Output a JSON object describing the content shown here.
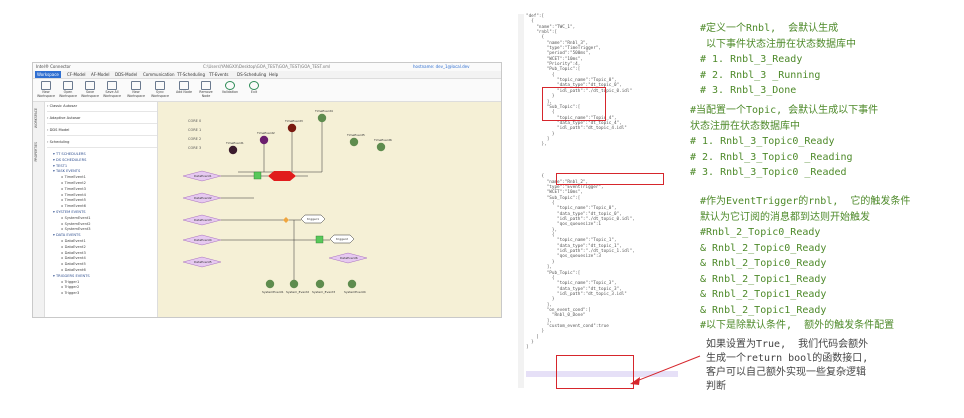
{
  "app": {
    "title": "Intel® Connector",
    "path": "C:\\Users\\YANGXX\\Desktop\\GOA_TEST\\GOA_TEST\\GOA_TEST.xml",
    "user": "hostname: dev_1@local.dev",
    "menu": [
      "Workspace",
      "CF-Model",
      "AF-Model",
      "DDS-Model",
      "Communication",
      "TT-Scheduling",
      "TT-Events",
      "DS-Scheduling",
      "Help"
    ],
    "ribbon": [
      "New Workspace",
      "Open Workspace",
      "Save Workspace",
      "Save All Workspace",
      "New Workspace",
      "Sync Workspace",
      "Add Node",
      "Remove Node",
      "Validation",
      "Exit"
    ],
    "vtabs": [
      "WORKSPACE",
      "PROPERTIES"
    ],
    "tree_sections": [
      "Classic Autosar",
      "Adaptive Autosar",
      "DDS Model",
      "Scheduling"
    ],
    "tree_items": [
      "TT SCHEDULERS",
      "DS SCHEDULERS",
      "TEST1",
      "TASK EVENTS",
      "TimeEvent1",
      "TimeEvent2",
      "TimeEvent3",
      "TimeEvent4",
      "TimeEvent5",
      "TimeEvent6",
      "SYSTEM EVENTS",
      "SystemEvent1",
      "SystemEvent2",
      "SystemEvent3",
      "DATA EVENTS",
      "DataEvent1",
      "DataEvent2",
      "DataEvent3",
      "DataEvent4",
      "DataEvent5",
      "DataEvent6",
      "TRIGGERS EVENTS",
      "Trigger1",
      "Trigger2",
      "Trigger3"
    ],
    "cores": [
      "CORE 0",
      "CORE 1",
      "CORE 2",
      "CORE 3"
    ],
    "canvas_top_nodes": [
      "TimeEvent1",
      "TimeEvent2",
      "TimeEvent3",
      "TimeEvent4",
      "TimeEvent5",
      "TimeEvent6"
    ],
    "canvas_left_nodes": [
      "DataEvent1",
      "DataEvent2",
      "DataEvent3",
      "DataEvent4",
      "DataEvent5"
    ],
    "canvas_triggers": [
      "trigger1",
      "trigger2"
    ],
    "canvas_bottom_nodes": [
      "SystemEvent1",
      "System_Event2",
      "System_Event3",
      "SystemEvent4"
    ],
    "canvas_misc": [
      "DataEvent6"
    ]
  },
  "code": {
    "lines": [
      "\"def\":[",
      "  {",
      "    \"name\":\"TWC_1\",",
      "    \"rnbl\":[",
      "      {",
      "        \"name\":\"Rnbl_3\",",
      "        \"type\":\"TimeTrigger\",",
      "        \"period\":\"500ms\",",
      "        \"WCET\":\"10ms\",",
      "        \"Priority\":4,",
      "        \"Pub_Topic\":[",
      "          {",
      "            \"topic_name\":\"Topic_0\",",
      "            \"data_type\":\"dt_topic_0\",",
      "            \"idl_path\":\"./dt_topic_0.idl\"",
      "          }",
      "        ],",
      "        \"Sub_Topic\":[",
      "          {",
      "            \"topic_name\":\"Topic_4\",",
      "            \"data_type\":\"dt_topic_4\",",
      "            \"idl_path\":\"dt_topic_4.idl\"",
      "          }",
      "        ]",
      "      },",
      "",
      "",
      "",
      "",
      "",
      "      {",
      "        \"name\":\"Rnbl_2\",",
      "        \"type\":\"EventTrigger\",",
      "        \"WCET\":\"10ms\",",
      "        \"Sub_Topic\":[",
      "          {",
      "            \"topic_name\":\"Topic_0\",",
      "            \"data_type\":\"dt_topic_0\",",
      "            \"idl_path\":\"./dt_topic_0.idl\",",
      "            \"qos_queuesize\":1",
      "          },",
      "          {",
      "            \"topic_name\":\"Topic_1\",",
      "            \"data_type\":\"dt_topic_1\",",
      "            \"idl_path\":\"./dt_topic_1.idl\",",
      "            \"qos_queuesize\":3",
      "          }",
      "        ],",
      "        \"Pub_Topic\":[",
      "          {",
      "            \"topic_name\":\"Topic_3\",",
      "            \"data_type\":\"dt_topic_3\",",
      "            \"idl_path\":\"dt_topic_3.idl\"",
      "          }",
      "        ],",
      "        \"on_event_cond\":[",
      "          \"Rnbl_0_Done\"",
      "        ],",
      "        \"custom_event_cond\":true",
      "      }",
      "    ]",
      "  }",
      "]"
    ]
  },
  "notes": [
    "#定义一个Rnbl,  会默认生成\n 以下事件状态注册在状态数据库中\n# 1. Rnbl_3_Ready\n# 2. Rnbl_3 _Running\n# 3. Rnbl_3_Done",
    "#当配置一个Topic, 会默认生成以下事件\n状态注册在状态数据库中\n# 1. Rnbl_3_Topic0_Ready\n# 2. Rnbl_3_Topic0 _Reading\n# 3. Rnbl_3_Topic0 _Readed",
    "#作为EventTrigger的rnbl,  它的触发条件\n默认为它订阅的消息都到达则开始触发\n#Rnbl_2_Topic0_Ready\n& Rnbl_2_Topic0_Ready\n& Rnbl_2_Topic0_Ready\n& Rnbl_2_Topic1_Ready\n& Rnbl_2_Topic1_Ready\n& Rnbl_2_Topic1_Ready\n#以下是除默认条件,  额外的触发条件配置",
    "如果设置为True,  我们代码会额外\n生成一个return bool的函数接口,\n客户可以自己额外实现一些复杂逻辑\n判断"
  ],
  "colors": {
    "note": "#4e8a2a",
    "highlight": "#d6262c",
    "menu_active": "#2f6fd1",
    "canvas_bg": "#f5f0d6"
  }
}
